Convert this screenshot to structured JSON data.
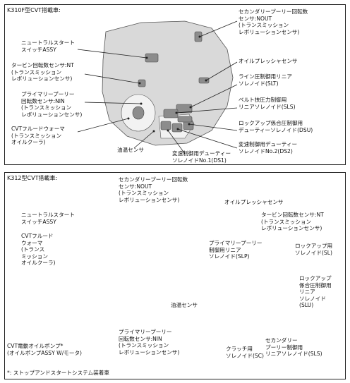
{
  "top": {
    "title": "K310F型CVT搭載車:",
    "labels": {
      "neutral": "ニュートラルスタート\nスイッチASSY",
      "turbine": "タービン回転数センサ:NT\n(トランスミッション\nレボリューションセンサ)",
      "primary": "プライマリープーリー\n回転数センサ:NIN\n(トランスミッション\nレボリューションセンサ)",
      "warmer": "CVTフルードウォーマ\n(トランスミッション\nオイルクーラ)",
      "temp": "油温センサ",
      "secondary": "セカンダリープーリー回転数\nセンサ:NOUT\n(トランスミッション\nレボリューションセンサ)",
      "oil_pressure": "オイルプレッシャセンサ",
      "slt": "ライン圧制御用リニア\nソレノイド(SLT)",
      "sls": "ベルト挟圧力制御用\nリニアソレノイド(SLS)",
      "dsu": "ロックアップ係合圧制御用\nデューティーソレノイド(DSU)",
      "ds2": "変速制御用デューティー\nソレノイドNo.2(DS2)",
      "ds1": "変速制御用デューティー\nソレノイドNo.1(DS1)"
    }
  },
  "bottom": {
    "title": "K312型CVT搭載車:",
    "labels": {
      "neutral": "ニュートラルスタート\nスイッチASSY",
      "warmer": "CVTフルード\nウォーマ\n(トランス\nミッション\nオイルクーラ)",
      "pump": "CVT電動オイルポンプ*\n(オイルポンプASSY W/モータ)",
      "secondary_speed": "セカンダリープーリー回転数\nセンサ:NOUT\n(トランスミッション\nレボリューションセンサ)",
      "oil_pressure": "オイルプレッシャセンサ",
      "turbine": "タービン回転数センサ:NT\n(トランスミッション\nレボリューションセンサ)",
      "slp": "プライマリープーリー\n制御用リニア\nソレノイド(SLP)",
      "sl": "ロックアップ用\nソレノイド(SL)",
      "slu": "ロックアップ\n係合圧制御用\nリニア\nソレノイド\n(SLU)",
      "temp": "油温センサ",
      "primary": "プライマリープーリー\n回転数センサ:NIN\n(トランスミッション\nレボリューションセンサ)",
      "sc": "クラッチ用\nソレノイド(SC)",
      "sls": "セカンダリー\nプーリー制御用\nリニアソレノイド(SLS)"
    },
    "footnote": "*: ストップアンドスタートシステム装着車"
  }
}
